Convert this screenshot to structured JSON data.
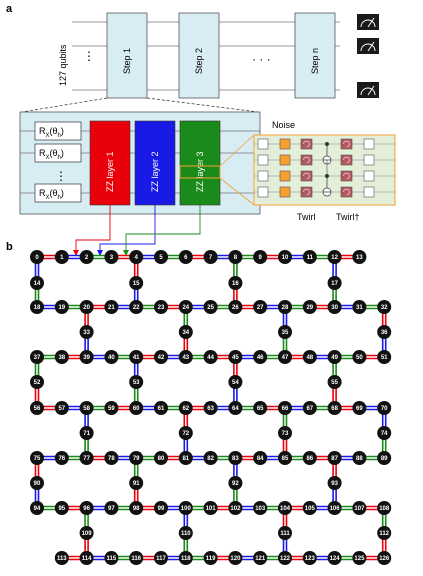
{
  "panel_a": {
    "label": "a",
    "qubits_label": "127 qubits",
    "steps": [
      "Step 1",
      "Step 2",
      "Step n"
    ],
    "ellipsis": "· · ·",
    "rx_label": "R",
    "rx_sub": "X",
    "rx_arg": "(θ",
    "rx_arg_sub": "h",
    "rx_close": ")",
    "layers": [
      {
        "label": "ZZ layer 1",
        "color": "#e8000a"
      },
      {
        "label": "ZZ layer 2",
        "color": "#1a1ae6"
      },
      {
        "label": "ZZ layer 3",
        "color": "#1a8a1a"
      }
    ],
    "noise_label": "Noise",
    "twirl_label": "Twirl",
    "twirl_dag_label": "Twirl†",
    "box_fill": "#d8ecf4",
    "noise_color": "#f5a030"
  },
  "panel_b": {
    "label": "b",
    "rows": [
      [
        0,
        1,
        2,
        3,
        4,
        5,
        6,
        7,
        8,
        9,
        10,
        11,
        12,
        13
      ],
      [
        18,
        19,
        20,
        21,
        22,
        23,
        24,
        25,
        26,
        27,
        28,
        29,
        30,
        31,
        32
      ],
      [
        37,
        38,
        39,
        40,
        41,
        42,
        43,
        44,
        45,
        46,
        47,
        48,
        49,
        50,
        51
      ],
      [
        56,
        57,
        58,
        59,
        60,
        61,
        62,
        63,
        64,
        65,
        66,
        67,
        68,
        69,
        70
      ],
      [
        75,
        76,
        77,
        78,
        79,
        80,
        81,
        82,
        83,
        84,
        85,
        86,
        87,
        88,
        89
      ],
      [
        94,
        95,
        96,
        97,
        98,
        99,
        100,
        101,
        102,
        103,
        104,
        105,
        106,
        107,
        108
      ],
      [
        113,
        114,
        115,
        116,
        117,
        118,
        119,
        120,
        121,
        122,
        123,
        124,
        125,
        126
      ]
    ],
    "bridges": [
      [
        14,
        15,
        16,
        17
      ],
      [
        33,
        34,
        35,
        36
      ],
      [
        52,
        53,
        54,
        55
      ],
      [
        71,
        72,
        73,
        74
      ],
      [
        90,
        91,
        92,
        93
      ],
      [
        109,
        110,
        111,
        112
      ]
    ]
  }
}
